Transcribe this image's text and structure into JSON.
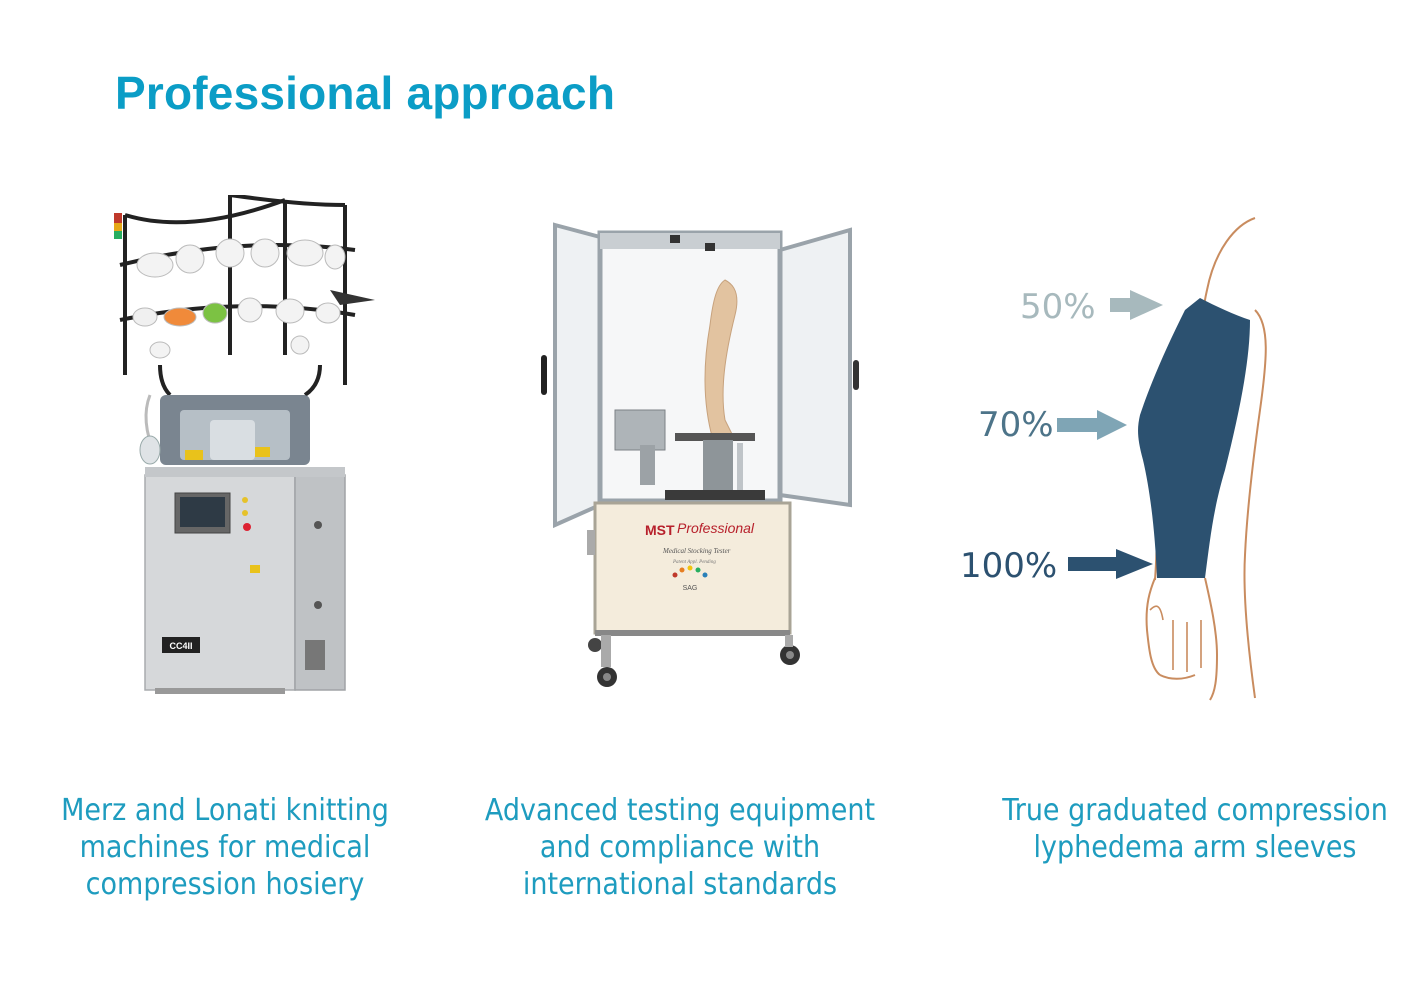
{
  "title": "Professional approach",
  "colors": {
    "title": "#0b9dc6",
    "caption": "#1e9cbf",
    "sleeve": "#2c5170",
    "skin_outline": "#c98c5f",
    "pct_50": "#a7b9bd",
    "pct_70": "#7fa5b5",
    "pct_100": "#2c5170"
  },
  "columns": [
    {
      "image": "knitting-machine",
      "badge": "CC4II",
      "caption": [
        "Merz and Lonati knitting",
        "machines for medical",
        "compression hosiery"
      ]
    },
    {
      "image": "stocking-testing-cabinet",
      "brand": {
        "bold": "MST",
        "italic": "Professional"
      },
      "sub": "Medical Stocking Tester",
      "sub2": "Patent Appl. Pending",
      "logo_text": "SAG",
      "caption": [
        "Advanced testing equipment",
        "and compliance with",
        "international standards"
      ]
    },
    {
      "image": "arm-compression-sleeve",
      "pressure_labels": [
        {
          "label": "50%"
        },
        {
          "label": "70%"
        },
        {
          "label": "100%"
        }
      ],
      "caption": [
        "True graduated compression",
        "lyphedema arm sleeves"
      ]
    }
  ]
}
